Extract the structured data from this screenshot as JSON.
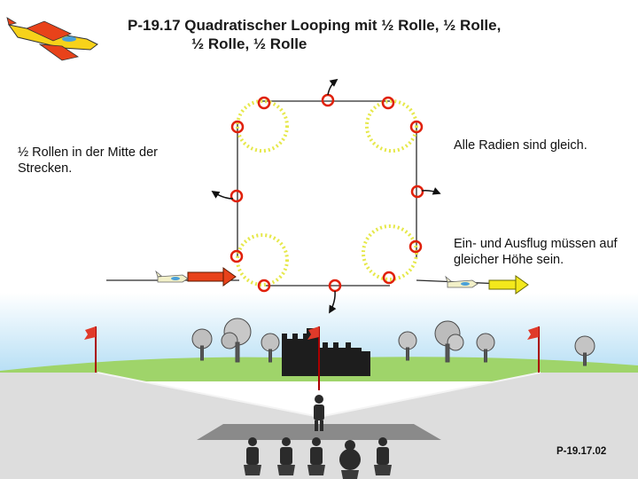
{
  "figure": {
    "title_line1": "P-19.17 Quadratischer Looping mit ½ Rolle, ½ Rolle,",
    "title_line2": "½ Rolle, ½ Rolle",
    "note_left": "½ Rollen in der Mitte der Strecken.",
    "note_right_top": "Alle Radien sind gleich.",
    "note_right_bottom": "Ein- und Ausflug müssen auf gleicher Höhe sein.",
    "figure_code": "P-19.17.02"
  },
  "colors": {
    "roll_marker": "#e0200a",
    "radius_dots": "#e6e84a",
    "entry_arrow": "#e8421a",
    "exit_arrow": "#f3e81c",
    "sky": "#b7dff5",
    "grass": "#9fd46a",
    "flag": "#e03a2a"
  },
  "icons": [
    "aircraft-icon",
    "flag-icon",
    "tree-icon",
    "castle-icon",
    "pilot-icon",
    "spectator-icon"
  ]
}
